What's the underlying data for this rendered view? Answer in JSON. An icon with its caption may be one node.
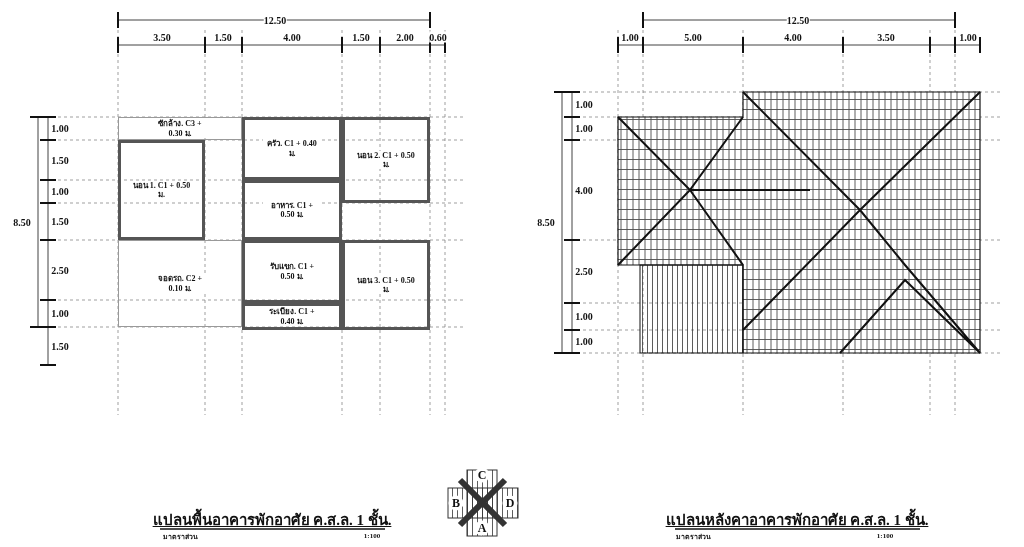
{
  "diagram": {
    "nodes": [
      {
        "text": [
          "ซักล้าง. C3 + 0.30 ม."
        ]
      },
      {
        "text": [
          "ครัว. C1 + 0.40 ม."
        ]
      },
      {
        "text": [
          "นอน 2. C1 + 0.50 ม."
        ]
      },
      {
        "text": [
          "นอน 1. C1 + 0.50 ม."
        ]
      },
      {
        "text": [
          "อาหาร. C1 + 0.50 ม."
        ]
      },
      {
        "text": [
          "จอดรถ. C2 + 0.10 ม."
        ]
      },
      {
        "text": [
          "รับแขก. C1 + 0.50 ม."
        ]
      },
      {
        "text": [
          "นอน 3. C1 + 0.50 ม."
        ]
      },
      {
        "text": [
          "ระเบียง. C1 + 0.40 ม."
        ]
      }
    ],
    "labels": [
      "12.50",
      "3.50",
      "1.50",
      "4.00",
      "1.50",
      "2.00",
      "0.60",
      "12.50",
      "1.00",
      "5.00",
      "4.00",
      "3.50",
      "1.00",
      "8.50",
      "1.00",
      "1.50",
      "1.00",
      "1.50",
      "2.50",
      "1.00",
      "1.50",
      "8.50",
      "1.00",
      "1.00",
      "4.00",
      "2.50",
      "1.00",
      "1.00",
      "C",
      "B",
      "D",
      "A",
      "แปลนพื้นอาคารพักอาศัย ค.ส.ล. 1 ชั้น.",
      "มาตราส่วน",
      "1:100",
      "แปลนหลังคาอาคารพักอาศัย ค.ส.ล. 1 ชั้น.",
      "มาตราส่วน",
      "1:100"
    ]
  }
}
